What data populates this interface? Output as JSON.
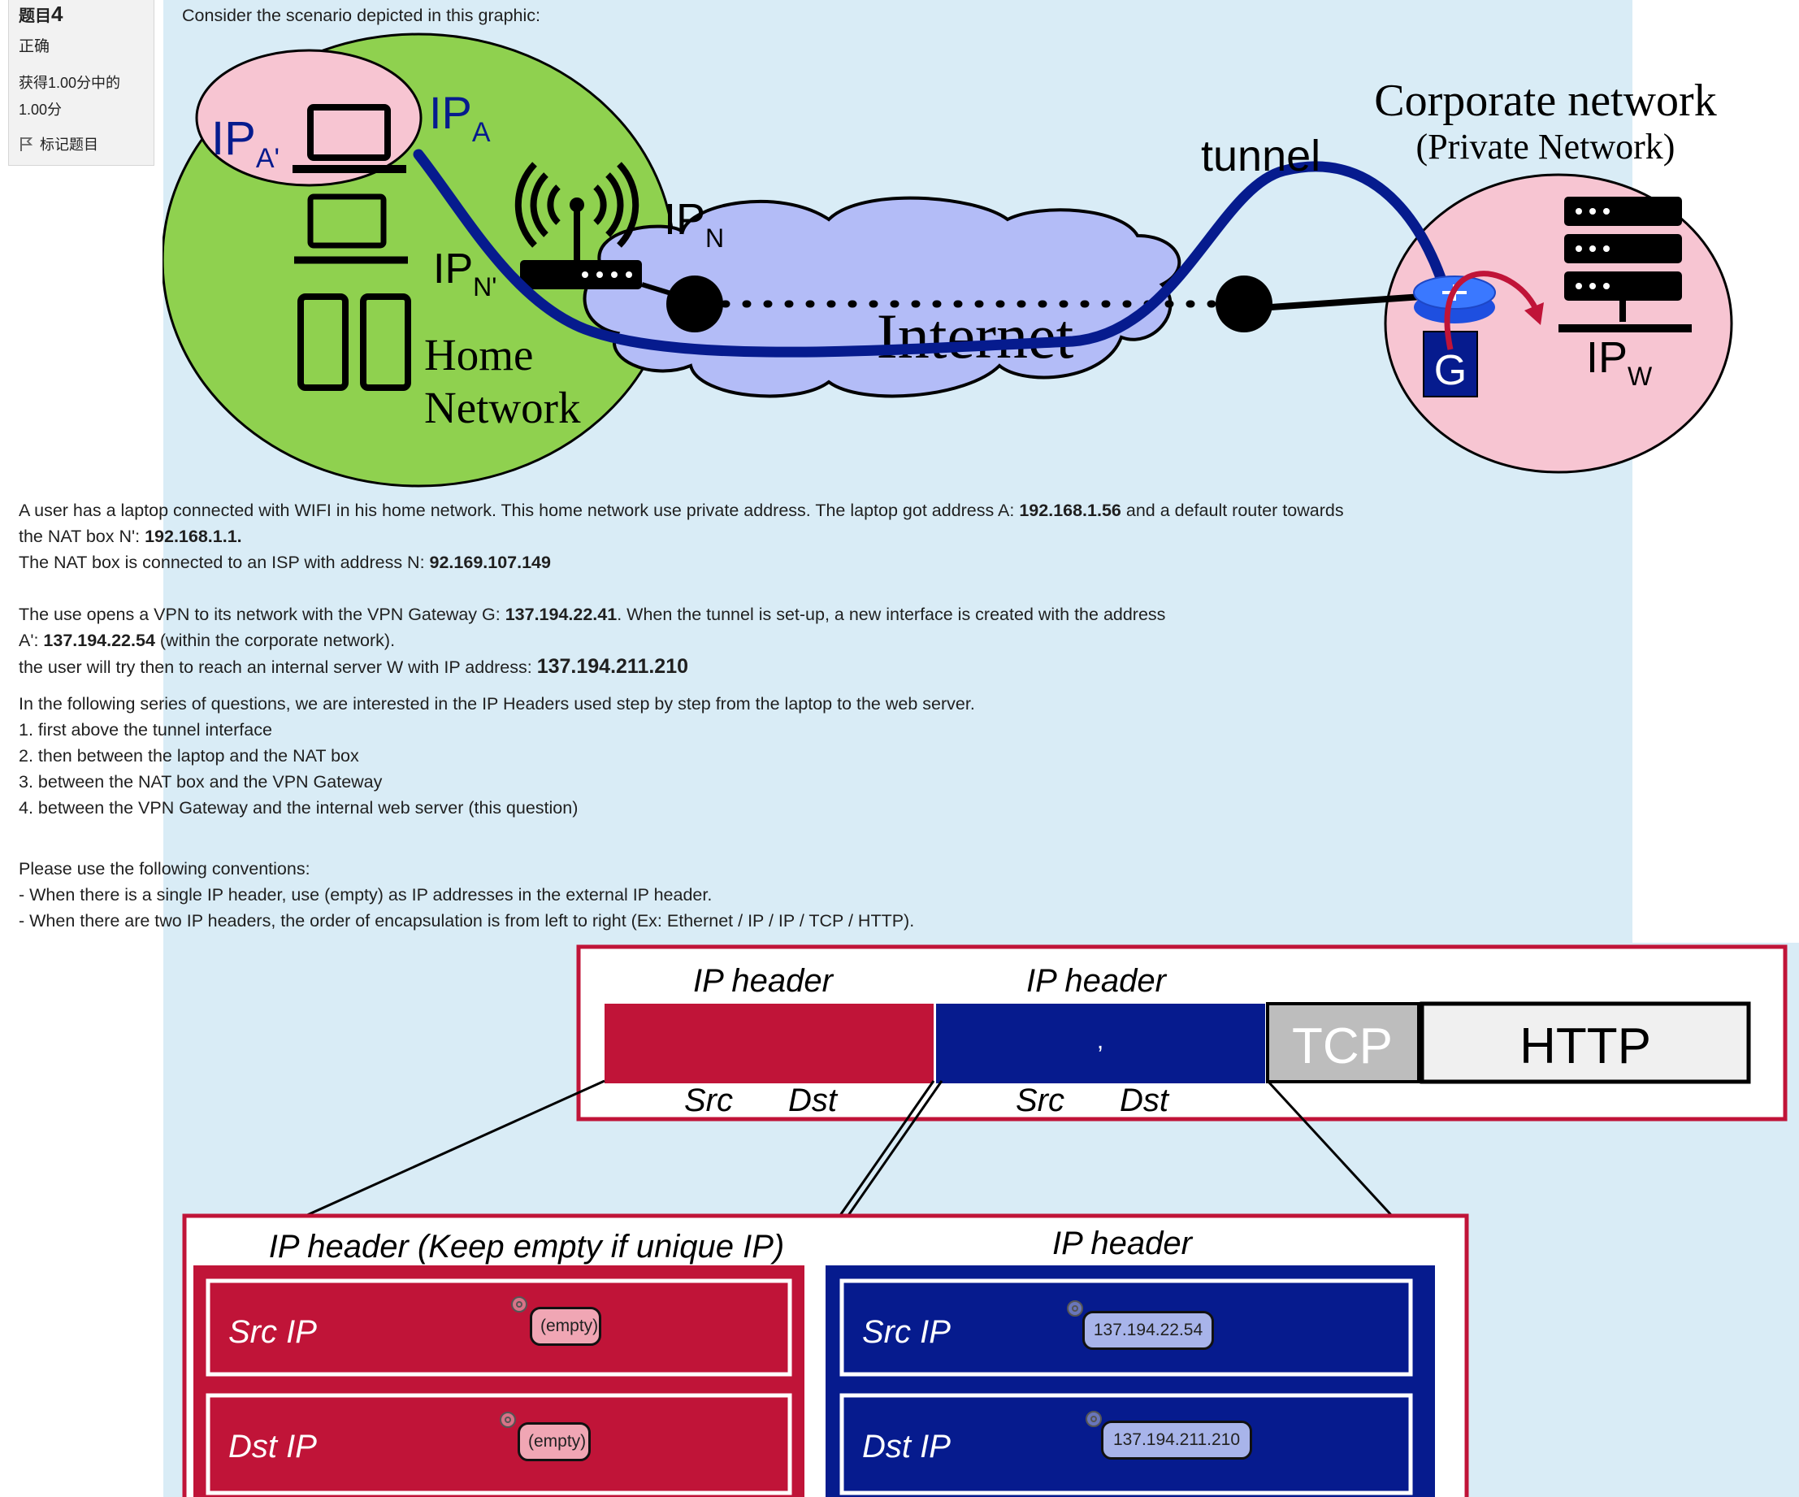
{
  "question": {
    "label": "题目",
    "number": "4",
    "state": "正确",
    "grade_line1": "获得1.00分中的",
    "grade_line2": "1.00分",
    "flag_label": "标记题目"
  },
  "intro": "Consider the scenario depicted in this graphic:",
  "diagram": {
    "ip_a_prime": "IP",
    "ip_a_prime_sub": "A'",
    "ip_a": "IP",
    "ip_a_sub": "A",
    "ip_n": "IP",
    "ip_n_sub": "N",
    "ip_n_prime": "IP",
    "ip_n_prime_sub": "N'",
    "home_line1": "Home",
    "home_line2": "Network",
    "internet": "Internet",
    "tunnel": "tunnel",
    "corp_line1": "Corporate network",
    "corp_line2": "(Private Network)",
    "gateway": "G",
    "ip_w": "IP",
    "ip_w_sub": "W"
  },
  "text": {
    "p1a_pre": "A user has a laptop connected with WIFI in his home network. This home network use private address. The laptop got address A: ",
    "p1a_ip": "192.168.1.56",
    "p1a_post": " and a default router towards",
    "p1b_pre": "the NAT box N': ",
    "p1b_ip": "192.168.1.1.",
    "p1c_pre": "The  NAT box is connected to an ISP with address N: ",
    "p1c_ip": "92.169.107.149",
    "p2a_pre": "The use opens a VPN to its network with the VPN Gateway G: ",
    "p2a_ip": "137.194.22.41",
    "p2a_post": ". When the tunnel is set-up, a new interface is created with the address",
    "p2b_pre": "A':  ",
    "p2b_ip": "137.194.22.54",
    "p2b_post": " (within the corporate network).",
    "p2c_pre": "the user will try then to reach an internal server W with IP address: ",
    "p2c_ip": "137.194.211.210",
    "p3_intro": "In the following series of questions, we are interested in the IP Headers used step by step  from the laptop to the web server.",
    "steps": [
      "1. first above the tunnel interface",
      "2. then between the laptop and the NAT box",
      "3. between the NAT box and the VPN Gateway",
      "4. between the VPN Gateway and the internal web server (this question)"
    ],
    "conv_title": "Please use the following conventions:",
    "conv1": "- When there is a single IP header, use (empty) as IP addresses in the external IP header.",
    "conv2": "- When there are two IP headers, the order of encapsulation is from left to right (Ex: Ethernet / IP / IP / TCP / HTTP)."
  },
  "encap": {
    "ip_header_1": "IP header",
    "ip_header_2": "IP header",
    "comma": ",",
    "tcp": "TCP",
    "http": "HTTP",
    "src": "Src",
    "dst": "Dst",
    "outer_title": "IP header (Keep empty if unique IP)",
    "inner_title": "IP header",
    "src_ip": "Src IP",
    "dst_ip": "Dst IP",
    "answers": {
      "outer_src": "(empty)",
      "outer_dst": "(empty)",
      "inner_src": "137.194.22.54",
      "inner_dst": "137.194.211.210"
    }
  },
  "colors": {
    "crimson": "#c01438",
    "navy": "#061b8e",
    "panel_bg": "#d9ecf6",
    "home_green": "#8fd14f",
    "cloud": "#b3bcf7",
    "pink": "#f7c5d2"
  }
}
